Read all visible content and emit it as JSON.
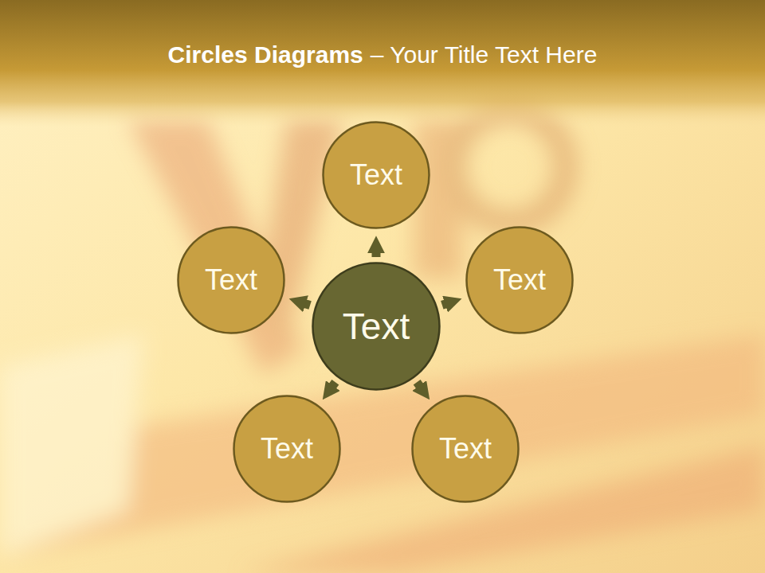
{
  "diagram": {
    "title": "Circles Diagrams",
    "nodes": [
      {
        "text": [
          "Text"
        ]
      },
      {
        "text": [
          "Text"
        ]
      },
      {
        "text": [
          "Text"
        ]
      },
      {
        "text": [
          "Text"
        ]
      },
      {
        "text": [
          "Text"
        ]
      },
      {
        "text": [
          "Text"
        ]
      }
    ],
    "edges": [
      {
        "from": 0,
        "to": 1,
        "arrow": "to"
      },
      {
        "from": 0,
        "to": 2,
        "arrow": "to"
      },
      {
        "from": 0,
        "to": 3,
        "arrow": "to"
      },
      {
        "from": 0,
        "to": 4,
        "arrow": "to"
      },
      {
        "from": 0,
        "to": 5,
        "arrow": "to"
      }
    ],
    "labels": [
      "– Your Title Text Here"
    ]
  }
}
